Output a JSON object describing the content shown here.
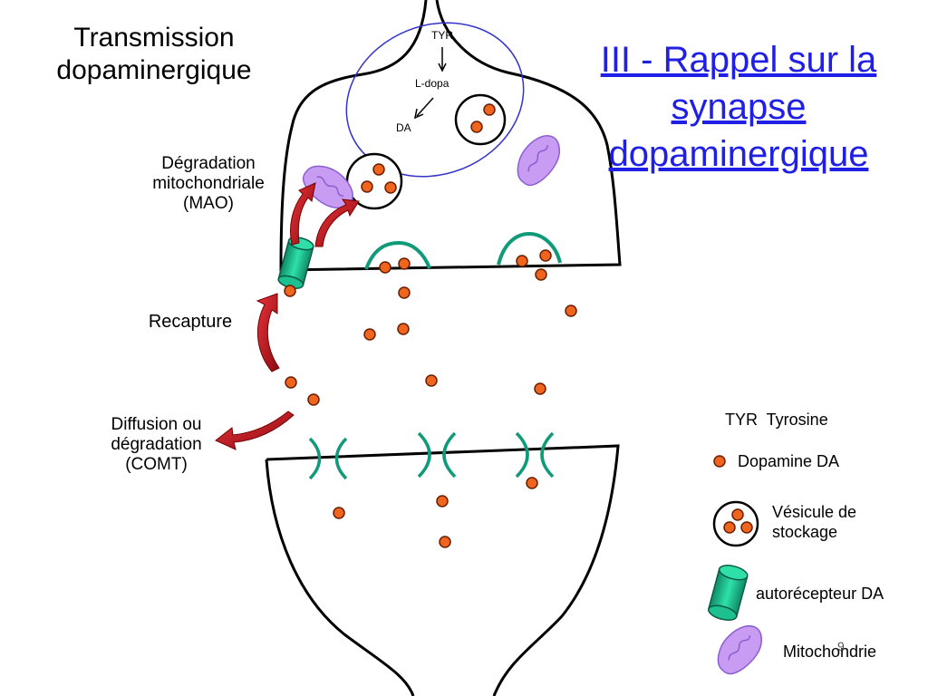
{
  "titles": {
    "left": "Transmission dopaminergique",
    "right": "III - Rappel sur la synapse dopaminergique"
  },
  "labels": {
    "degradation": "Dégradation mitochondriale (MAO)",
    "recapture": "Recapture",
    "diffusion": "Diffusion ou dégradation (COMT)",
    "tyr": "TYR",
    "ldopa": "L-dopa",
    "da": "DA"
  },
  "legend": {
    "tyr": "TYR  Tyrosine",
    "dopamine": "Dopamine DA",
    "vesicle": "Vésicule de stockage",
    "autoreceptor": "autorécepteur DA",
    "mitochondria": "Mitochondrie"
  },
  "page_number": "9",
  "colors": {
    "dopamine": "#f0651e",
    "receptor": "#119a7a",
    "autoreceptor": "#1dc08f",
    "mitochondria": "#c79cf2",
    "arrow": "#c0141a",
    "circle": "#3333cc",
    "title_link": "#1f1fe6"
  }
}
